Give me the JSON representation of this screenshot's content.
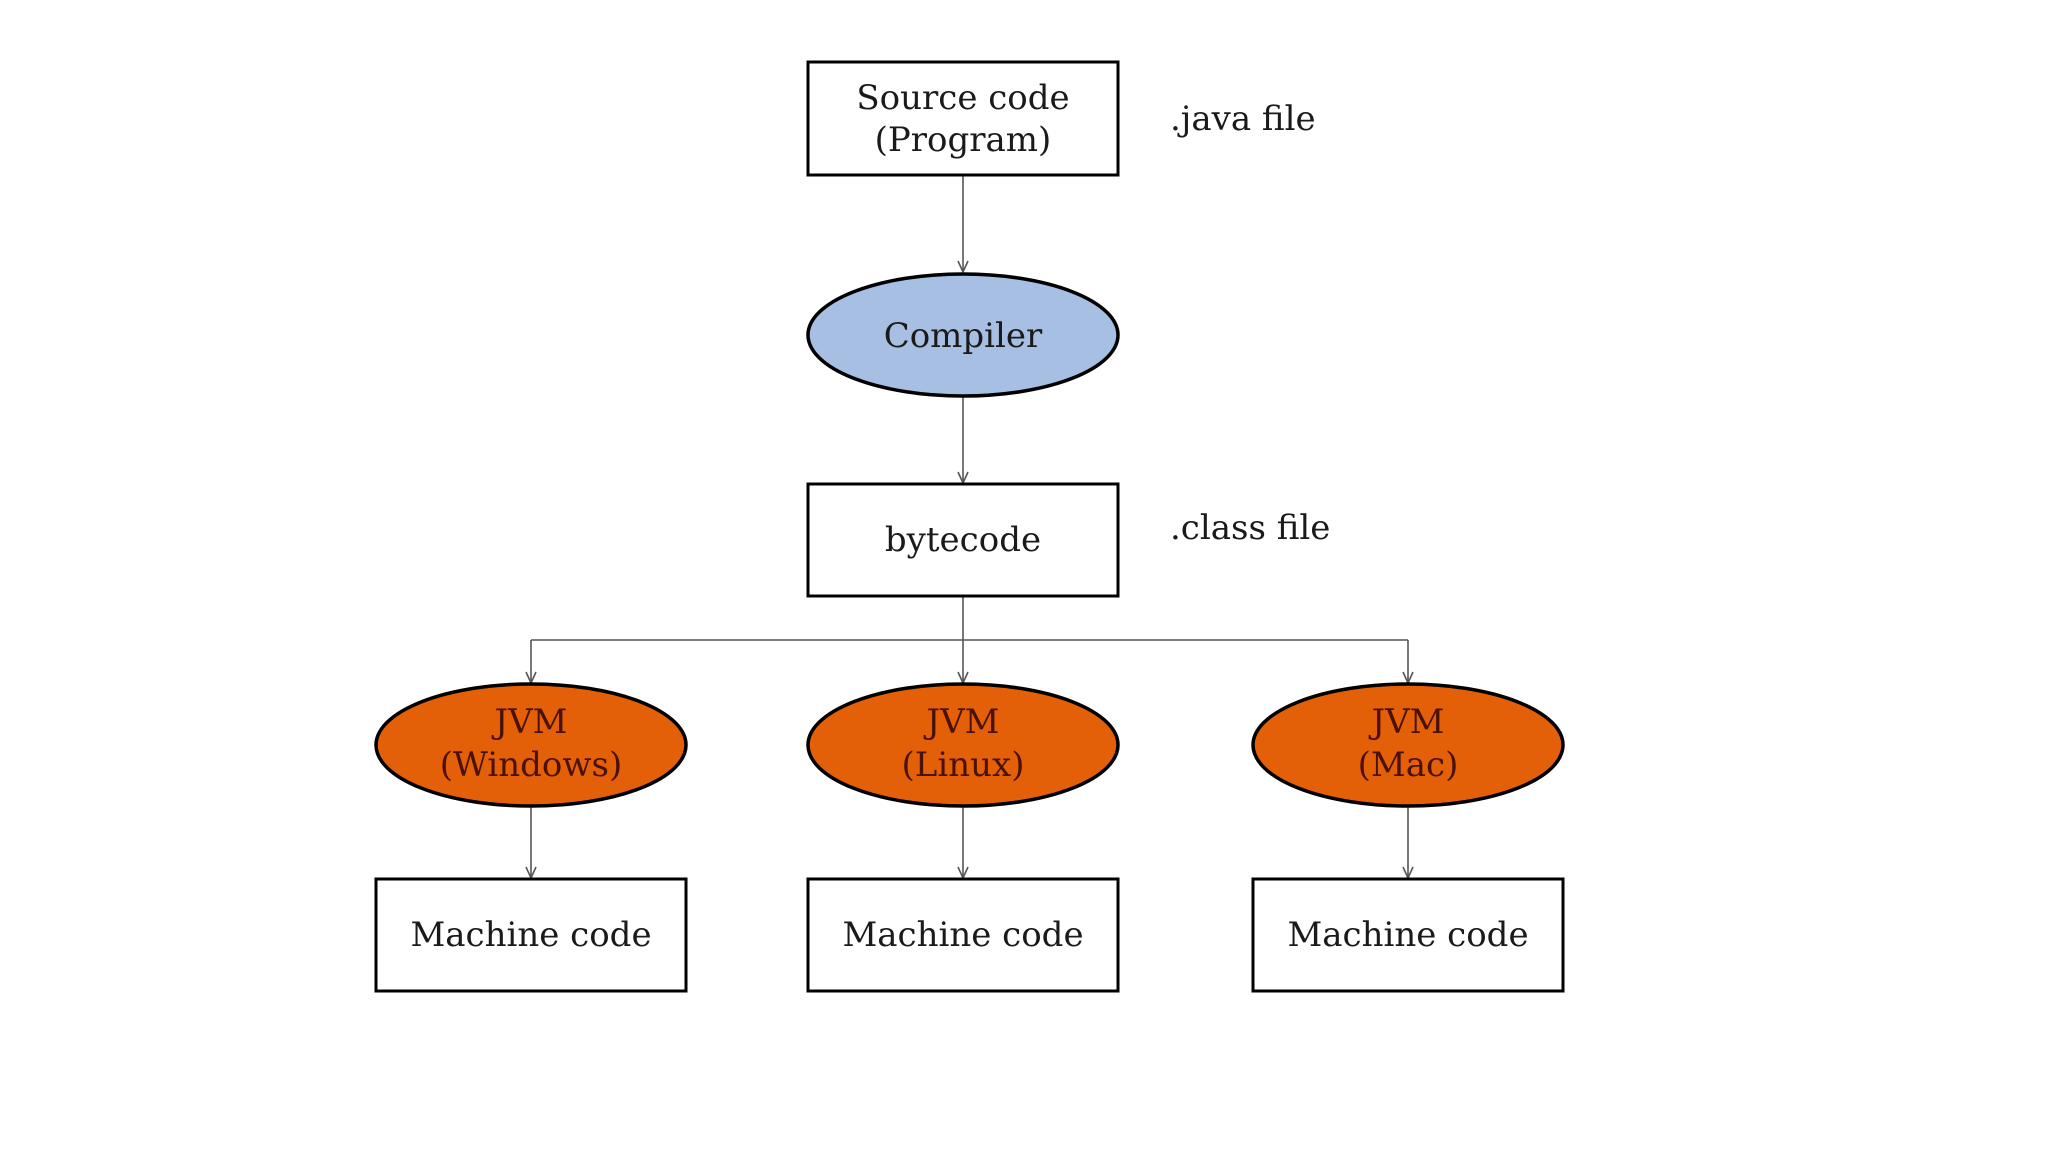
{
  "colors": {
    "compiler_fill": "#A7BFE3",
    "jvm_fill": "#E46008",
    "jvm_text": "#4A1206",
    "box_stroke": "#000000",
    "text": "#1A1A1A",
    "connector": "#555555",
    "background": "#FFFFFF"
  },
  "nodes": {
    "source": {
      "line1": "Source code",
      "line2": "(Program)",
      "annotation": ".java file"
    },
    "compiler": {
      "label": "Compiler"
    },
    "bytecode": {
      "label": "bytecode",
      "annotation": ".class file"
    },
    "jvms": [
      {
        "line1": "JVM",
        "line2": "(Windows)"
      },
      {
        "line1": "JVM",
        "line2": "(Linux)"
      },
      {
        "line1": "JVM",
        "line2": "(Mac)"
      }
    ],
    "machine_codes": [
      {
        "label": "Machine code"
      },
      {
        "label": "Machine code"
      },
      {
        "label": "Machine code"
      }
    ]
  }
}
